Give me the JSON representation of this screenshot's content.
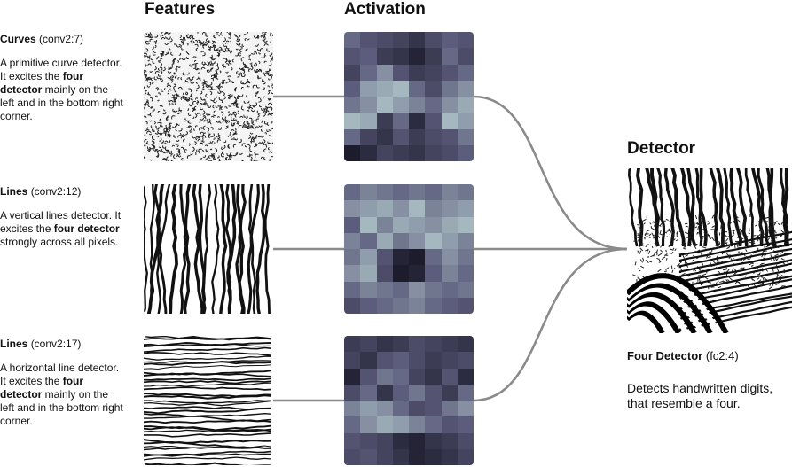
{
  "headers": {
    "features": "Features",
    "activation": "Activation",
    "detector": "Detector"
  },
  "rows": [
    {
      "name": "Curves",
      "id": "(conv2:7)",
      "desc_pre": "A primitive curve detector. It excites the ",
      "desc_bold": "four detector",
      "desc_post": " mainly on the left and in the bottom right corner.",
      "pattern": "curves",
      "activation": [
        [
          0.55,
          0.45,
          0.4,
          0.35,
          0.25,
          0.4,
          0.5,
          0.45
        ],
        [
          0.45,
          0.5,
          0.3,
          0.25,
          0.15,
          0.3,
          0.55,
          0.4
        ],
        [
          0.35,
          0.55,
          0.7,
          0.45,
          0.3,
          0.35,
          0.45,
          0.55
        ],
        [
          0.5,
          0.75,
          0.8,
          0.85,
          0.55,
          0.4,
          0.6,
          0.7
        ],
        [
          0.6,
          0.7,
          0.85,
          0.75,
          0.65,
          0.55,
          0.7,
          0.8
        ],
        [
          0.85,
          0.8,
          0.3,
          0.55,
          0.2,
          0.45,
          0.85,
          0.75
        ],
        [
          0.55,
          0.35,
          0.25,
          0.45,
          0.3,
          0.4,
          0.45,
          0.6
        ],
        [
          0.1,
          0.2,
          0.35,
          0.3,
          0.25,
          0.35,
          0.4,
          0.5
        ]
      ]
    },
    {
      "name": "Lines",
      "id": "(conv2:12)",
      "desc_pre": "A vertical lines detector. It excites the ",
      "desc_bold": "four detector",
      "desc_post": " strongly across all pixels.",
      "pattern": "vertical",
      "activation": [
        [
          0.55,
          0.65,
          0.6,
          0.55,
          0.6,
          0.55,
          0.65,
          0.6
        ],
        [
          0.7,
          0.75,
          0.8,
          0.7,
          0.85,
          0.65,
          0.7,
          0.75
        ],
        [
          0.5,
          0.85,
          0.65,
          0.8,
          0.75,
          0.7,
          0.8,
          0.85
        ],
        [
          0.65,
          0.55,
          0.8,
          0.6,
          0.7,
          0.85,
          0.75,
          0.65
        ],
        [
          0.6,
          0.75,
          0.45,
          0.15,
          0.1,
          0.55,
          0.7,
          0.6
        ],
        [
          0.7,
          0.8,
          0.4,
          0.1,
          0.15,
          0.5,
          0.65,
          0.55
        ],
        [
          0.55,
          0.65,
          0.6,
          0.55,
          0.7,
          0.6,
          0.55,
          0.6
        ],
        [
          0.4,
          0.5,
          0.55,
          0.6,
          0.65,
          0.55,
          0.5,
          0.45
        ]
      ]
    },
    {
      "name": "Lines",
      "id": "(conv2:17)",
      "desc_pre": "A horizontal line detector. It excites the ",
      "desc_bold": "four detector",
      "desc_post": " mainly on the left and in the bottom right corner.",
      "pattern": "horizontal",
      "activation": [
        [
          0.3,
          0.35,
          0.25,
          0.3,
          0.4,
          0.35,
          0.3,
          0.25
        ],
        [
          0.35,
          0.25,
          0.45,
          0.5,
          0.4,
          0.3,
          0.35,
          0.4
        ],
        [
          0.15,
          0.45,
          0.6,
          0.55,
          0.35,
          0.25,
          0.45,
          0.2
        ],
        [
          0.4,
          0.55,
          0.25,
          0.5,
          0.6,
          0.45,
          0.3,
          0.55
        ],
        [
          0.65,
          0.75,
          0.7,
          0.55,
          0.4,
          0.45,
          0.6,
          0.7
        ],
        [
          0.55,
          0.7,
          0.8,
          0.75,
          0.65,
          0.55,
          0.45,
          0.5
        ],
        [
          0.45,
          0.4,
          0.35,
          0.2,
          0.15,
          0.25,
          0.3,
          0.4
        ],
        [
          0.4,
          0.45,
          0.35,
          0.25,
          0.15,
          0.2,
          0.25,
          0.35
        ]
      ]
    }
  ],
  "detector": {
    "name": "Four Detector",
    "id": "(fc2:4)",
    "description": "Detects handwritten digits, that resemble a four."
  },
  "colors": {
    "connector": "#8a8a8a",
    "activation_low": "#0c0c18",
    "activation_mid": "#5c5c7c",
    "activation_high": "#c4dedb"
  }
}
